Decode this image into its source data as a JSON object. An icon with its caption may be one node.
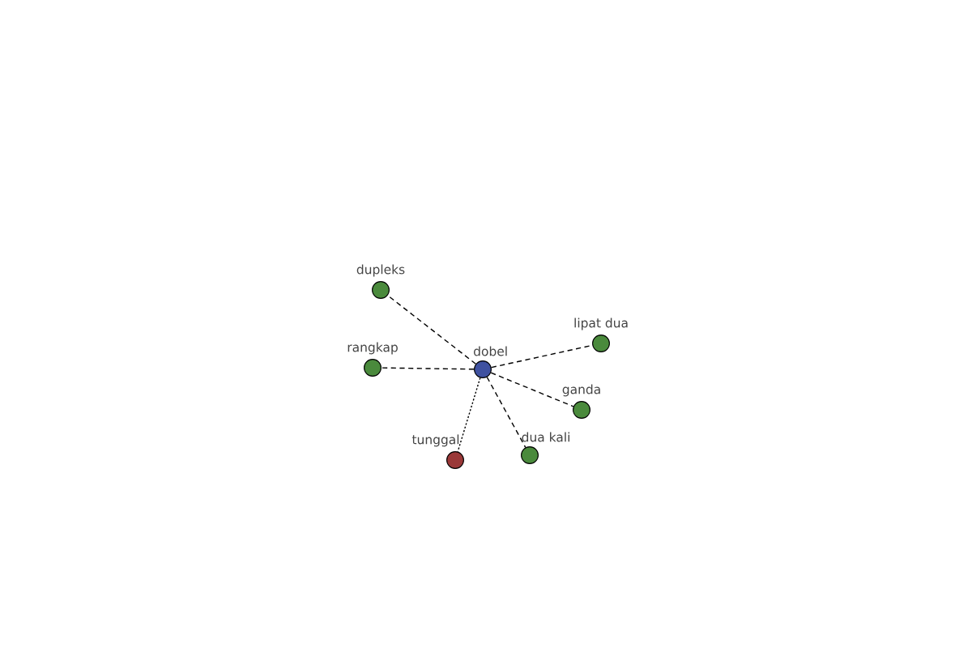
{
  "diagram": {
    "nodes": [
      {
        "text": [
          "dobel"
        ]
      },
      {
        "text": [
          "dupleks"
        ]
      },
      {
        "text": [
          "lipat dua"
        ]
      },
      {
        "text": [
          "rangkap"
        ]
      },
      {
        "text": [
          "ganda"
        ]
      },
      {
        "text": [
          "tunggal"
        ]
      },
      {
        "text": [
          "dua kali"
        ]
      }
    ],
    "edges": [
      {
        "from": 0,
        "to": 1,
        "arrow": "none",
        "style": "dashed"
      },
      {
        "from": 0,
        "to": 2,
        "arrow": "none",
        "style": "dashed"
      },
      {
        "from": 0,
        "to": 3,
        "arrow": "none",
        "style": "dashed"
      },
      {
        "from": 0,
        "to": 4,
        "arrow": "none",
        "style": "dashed"
      },
      {
        "from": 0,
        "to": 5,
        "arrow": "none",
        "style": "dashed"
      },
      {
        "from": 0,
        "to": 6,
        "arrow": "none",
        "style": "dashed"
      }
    ]
  }
}
